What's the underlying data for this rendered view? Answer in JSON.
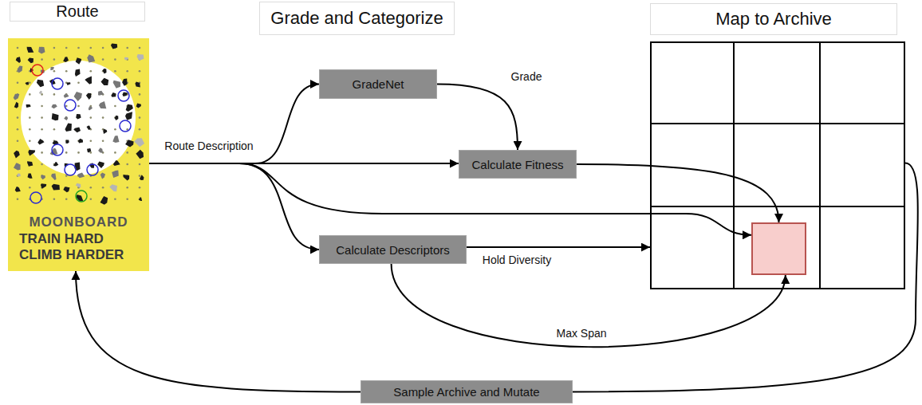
{
  "diagram": {
    "nodes": [
      {
        "text": [
          "Route",
          "MOONBOARD",
          "TRAIN HARD CLIMB HARDER"
        ]
      },
      {
        "text": [
          "GradeNet"
        ]
      },
      {
        "text": [
          "Calculate Fitness"
        ]
      },
      {
        "text": [
          "Calculate Descriptors"
        ]
      },
      {
        "text": [
          "Map to Archive"
        ]
      },
      {
        "text": [],
        "in": 4
      },
      {
        "text": [
          "Sample Archive and Mutate"
        ]
      }
    ],
    "edges": [
      {
        "from": 0,
        "to": 1,
        "arrow": "to"
      },
      {
        "from": 0,
        "to": 2,
        "label": "Route Description",
        "arrow": "to"
      },
      {
        "from": 0,
        "to": 3,
        "arrow": "to"
      },
      {
        "from": 0,
        "to": 5,
        "arrow": "to"
      },
      {
        "from": 1,
        "to": 2,
        "label": "Grade",
        "arrow": "to"
      },
      {
        "from": 2,
        "to": 5,
        "arrow": "to"
      },
      {
        "from": 3,
        "to": 4,
        "label": "Hold Diversity",
        "arrow": "to"
      },
      {
        "from": 3,
        "to": 5,
        "label": "Max Span",
        "arrow": "to"
      },
      {
        "from": 4,
        "to": 6,
        "arrow": "none"
      },
      {
        "from": 6,
        "to": 0,
        "arrow": "to"
      }
    ],
    "labels": [
      "Grade and Categorize"
    ]
  }
}
